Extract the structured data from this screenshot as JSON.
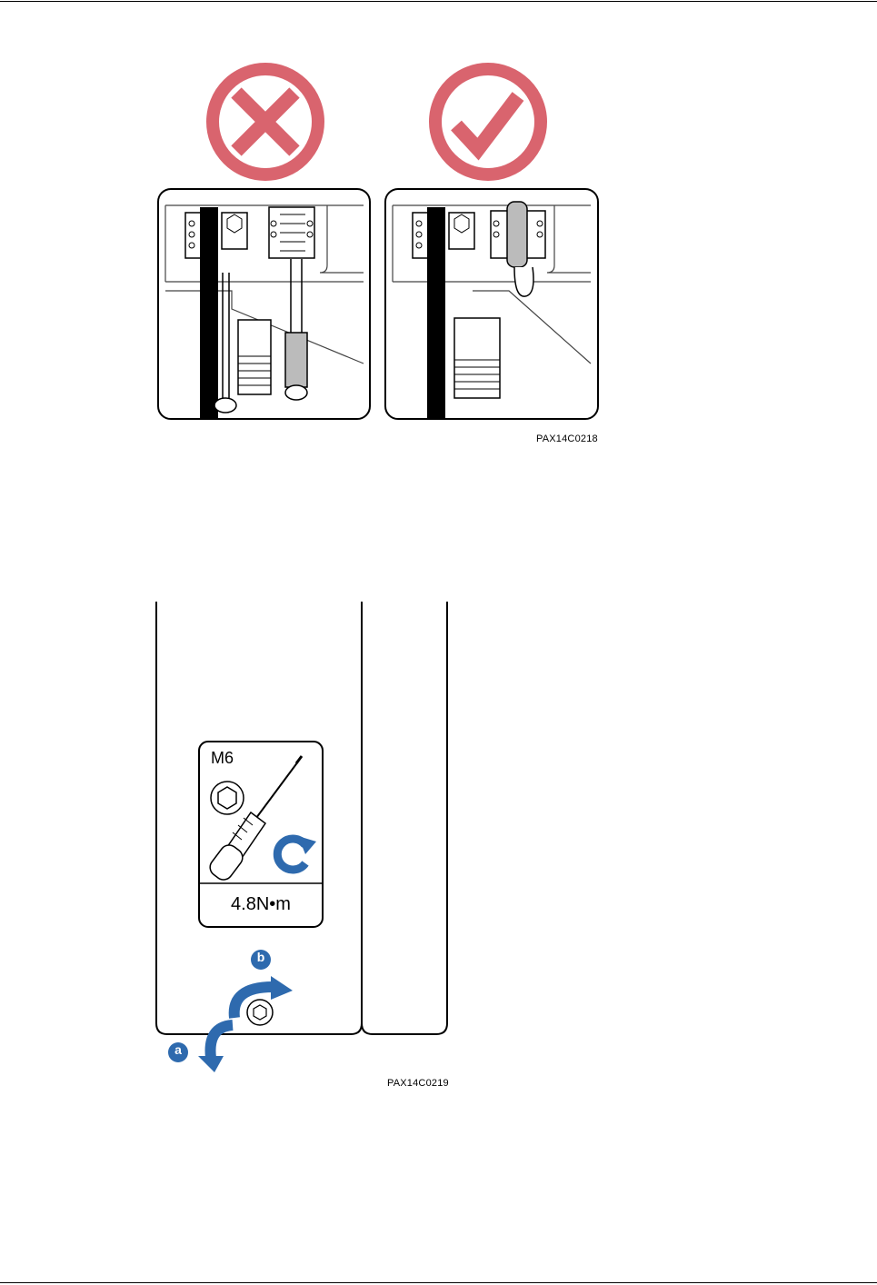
{
  "figure1": {
    "caption": "PAX14C0218",
    "left_panel": {
      "status": "incorrect",
      "icon": "cross-icon"
    },
    "right_panel": {
      "status": "correct",
      "icon": "check-icon"
    },
    "accent_color": "#d9646e"
  },
  "figure2": {
    "caption": "PAX14C0219",
    "screw_size": "M6",
    "torque": "4.8N•m",
    "step_a": "a",
    "step_b": "b",
    "arrow_color": "#2e6aae"
  }
}
